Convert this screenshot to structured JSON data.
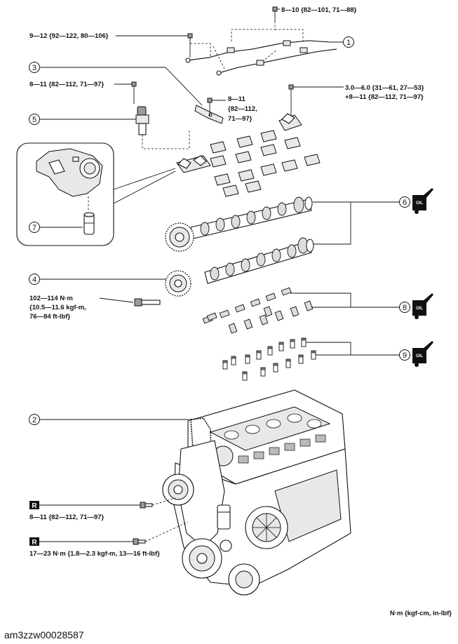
{
  "torque_specs": {
    "t1": "8—10 {82—101, 71—88}",
    "t2": "9—12 {92—122, 80—106}",
    "t3": "8—11 {82—112, 71—97}",
    "t4_l1": "8—11",
    "t4_l2": "{82—112,",
    "t4_l3": "71—97}",
    "t5_l1": "3.0—6.0 {31—61, 27—53}",
    "t5_l2": "+8—11 {82—112, 71—97}",
    "t6_l1": "102—114 N·m",
    "t6_l2": "{10.5—11.6 kgf-m,",
    "t6_l3": "76—84 ft-lbf}",
    "t7": "8—11 {82—112, 71—97}",
    "t8": "17—23 N·m {1.8—2.3 kgf-m, 13—16 ft-lbf}"
  },
  "callouts": [
    "1",
    "2",
    "3",
    "4",
    "5",
    "6",
    "7",
    "8",
    "9"
  ],
  "badges": {
    "replace": "R",
    "oil": "OIL"
  },
  "units_note": "N·m {kgf-cm, in-lbf}",
  "image_id": "am3zzw00028587"
}
